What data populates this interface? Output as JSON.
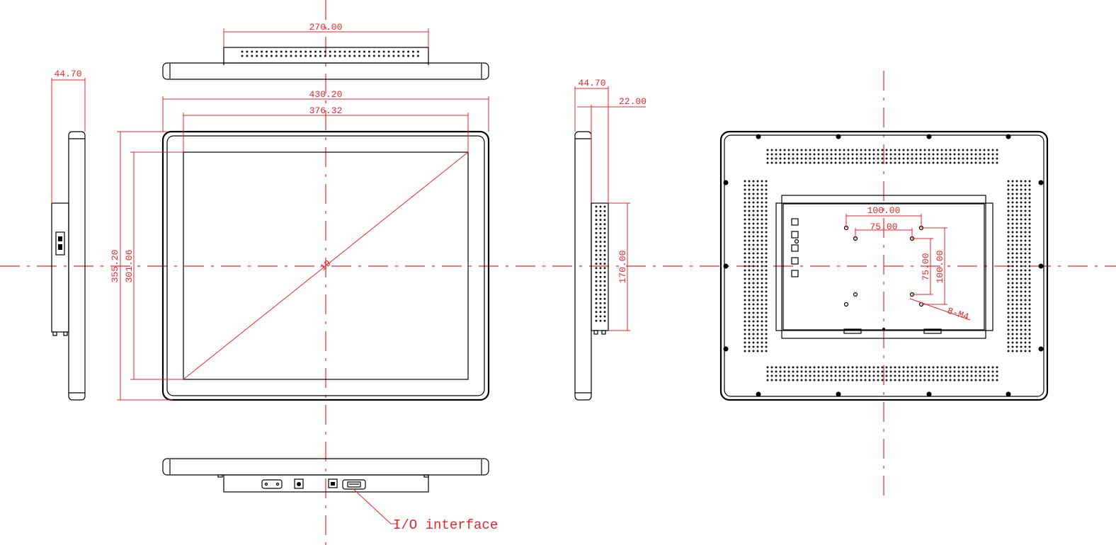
{
  "colors": {
    "dimension": "#e8262a",
    "outline": "#000000",
    "background": "#ffffff"
  },
  "dimensions": {
    "top_bracket_width": "270.00",
    "left_depth": "44.70",
    "overall_width": "430.20",
    "viewable_width": "376.32",
    "overall_height": "355.20",
    "viewable_height": "301.06",
    "diagonal_inches": "19",
    "right_depth": "44.70",
    "bracket_depth": "22.00",
    "bracket_height": "170.00",
    "vesa_100_horizontal": "100.00",
    "vesa_75_horizontal": "75.00",
    "vesa_75_vertical": "75.00",
    "vesa_100_vertical": "100.00",
    "screw_spec": "8-M4"
  },
  "callouts": {
    "io_interface": "I/O interface"
  }
}
